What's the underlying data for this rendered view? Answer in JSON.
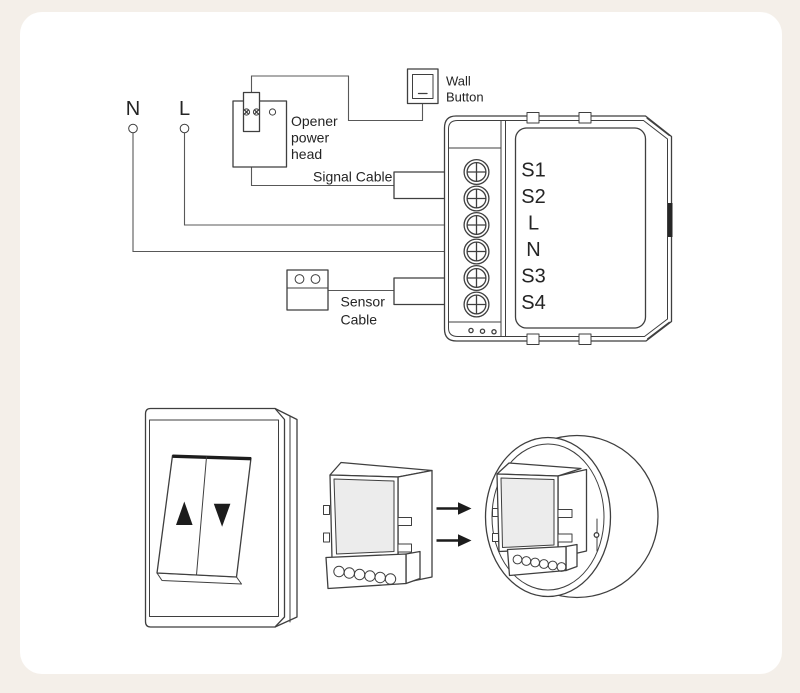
{
  "colors": {
    "background": "#f4efe9",
    "card": "#ffffff",
    "line": "#3f3f3f",
    "wire": "#585858",
    "module_panel_gray": "#ececec",
    "arrow_black": "#1c1c1c"
  },
  "wiring": {
    "power_lines": {
      "neutral": "N",
      "live": "L"
    },
    "opener_label_lines": [
      "Opener",
      "power",
      "head"
    ],
    "wall_button_label_lines": [
      "Wall",
      "Button"
    ],
    "signal_cable_label": "Signal Cable",
    "sensor_cable_label_lines": [
      "Sensor",
      "Cable"
    ],
    "module_terminals": [
      "S1",
      "S2",
      "L",
      "N",
      "S3",
      "S4"
    ]
  },
  "installation": {
    "icons": {
      "switch_up_arrow": "up-arrow",
      "switch_down_arrow": "down-arrow",
      "insert_direction": "right-arrow"
    }
  }
}
